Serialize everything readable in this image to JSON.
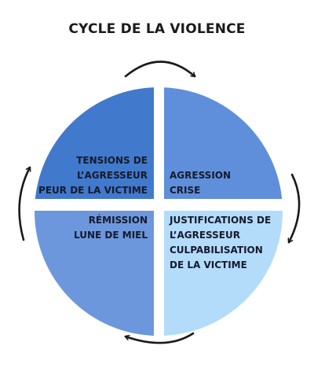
{
  "title": "CYCLE DE LA VIOLENCE",
  "quadrants": [
    {
      "id": "top-left",
      "lines": [
        "TENSIONS DE",
        "L’AGRESSEUR",
        "PEUR DE LA VICTIME"
      ],
      "color": "#4179cc"
    },
    {
      "id": "top-right",
      "lines": [
        "AGRESSION",
        "CRISE"
      ],
      "color": "#5f8fdb"
    },
    {
      "id": "bottom-left",
      "lines": [
        "RÉMISSION",
        "LUNE DE MIEL"
      ],
      "color": "#6c97dc"
    },
    {
      "id": "bottom-right",
      "lines": [
        "JUSTIFICATIONS DE",
        "L’AGRESSEUR",
        "CULPABILISATION",
        "DE LA VICTIME"
      ],
      "color": "#b3dcfb"
    }
  ],
  "arrow_color": "#1a1a1a"
}
